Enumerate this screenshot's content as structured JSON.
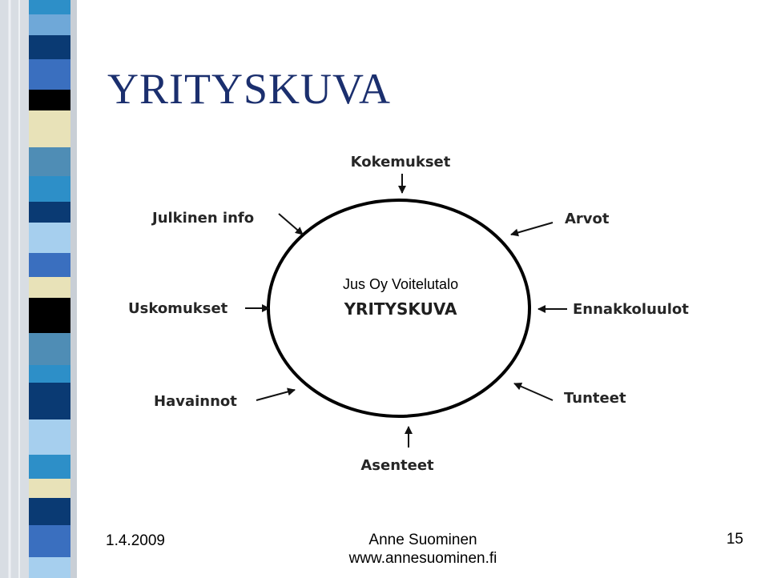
{
  "slide": {
    "title": "YRITYSKUVA",
    "company_label": "Jus Oy Voitelutalo"
  },
  "diagram": {
    "center_label": "YRITYSKUVA",
    "factors": {
      "top": "Kokemukset",
      "top_left": "Julkinen info",
      "top_right": "Arvot",
      "left": "Uskomukset",
      "right": "Ennakkoluulot",
      "bottom_left": "Havainnot",
      "bottom_right": "Tunteet",
      "bottom": "Asenteet"
    }
  },
  "footer": {
    "date": "1.4.2009",
    "author": "Anne Suominen",
    "website": "www.annesuominen.fi",
    "page_number": "15"
  },
  "colors": {
    "title": "#1b2f6e",
    "strip": [
      "#3a6fbf",
      "#0a3a73",
      "#6fa8d8",
      "#e8e2b8",
      "#000000",
      "#2d8fc8",
      "#a6cfee",
      "#4f8db5"
    ]
  }
}
